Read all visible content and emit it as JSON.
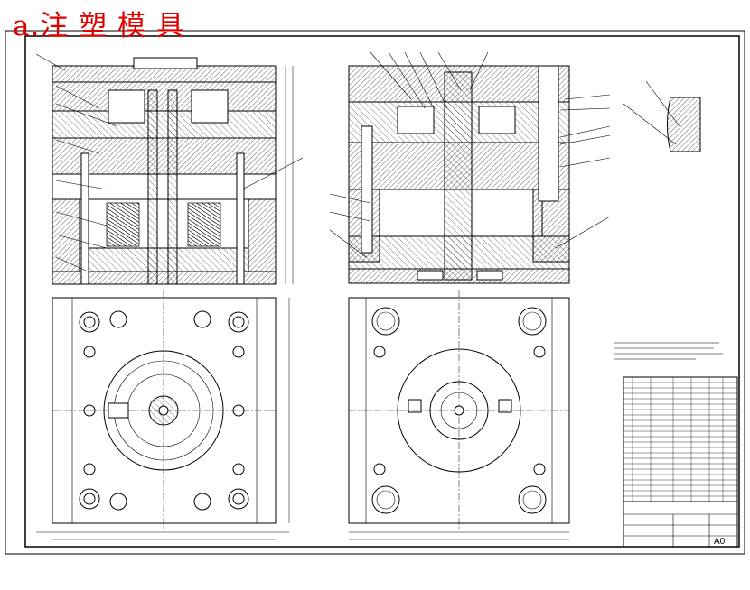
{
  "title": "a.注 塑 模 具",
  "sheet_size": "A0",
  "views": {
    "left_section": {
      "name": "assembly-section-left"
    },
    "right_section": {
      "name": "assembly-section-right"
    },
    "left_plan": {
      "name": "moving-half-plan"
    },
    "right_plan": {
      "name": "fixed-half-plan"
    },
    "detail": {
      "name": "detail-view"
    }
  },
  "colors": {
    "ink": "#000000",
    "title": "#e00000",
    "paper": "#ffffff"
  }
}
